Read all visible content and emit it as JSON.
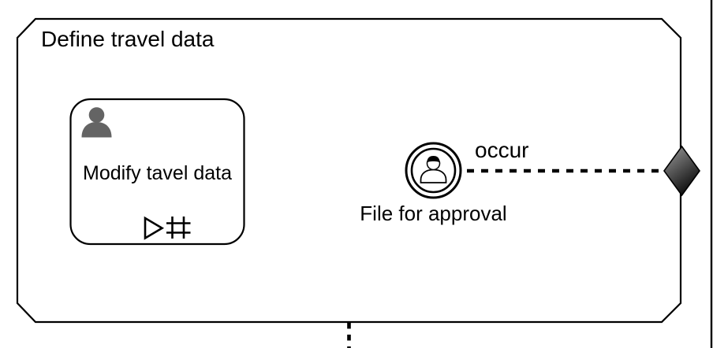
{
  "diagram": {
    "title": "Define travel data",
    "subprocess": {
      "label": "Modify tavel data",
      "icon": "user-silhouette-icon",
      "markers": [
        "play-triangle-marker",
        "hash-grid-marker"
      ]
    },
    "event": {
      "label": "File for approval",
      "icon": "person-icon"
    },
    "connector": {
      "label": "occur",
      "style": "dashed"
    },
    "milestone": {
      "shape": "diamond"
    },
    "colors": {
      "stroke": "#000000",
      "background": "#ffffff",
      "task_icon": "#646464",
      "diamond_light": "#9e9e9e",
      "diamond_dark": "#0d0d0d"
    }
  }
}
